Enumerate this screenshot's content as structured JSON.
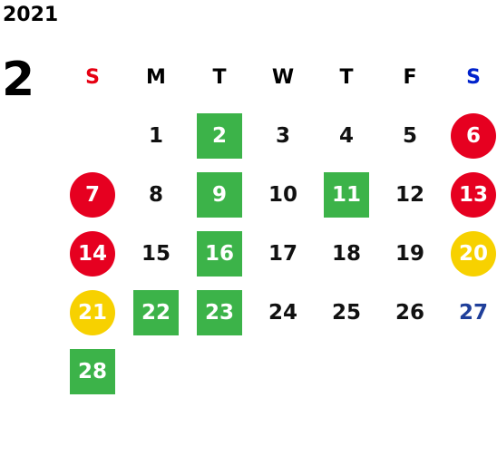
{
  "year": "2021",
  "month": "2",
  "colors": {
    "holiday_red": "#e60020",
    "event_green": "#3cb349",
    "event_yellow": "#f7d100",
    "sunday_header": "#e60012",
    "saturday_header": "#0022cc",
    "saturday_text": "#1f3f9a"
  },
  "weekdays": [
    "S",
    "M",
    "T",
    "W",
    "T",
    "F",
    "S"
  ],
  "weeks": [
    [
      {
        "label": "",
        "style": "none"
      },
      {
        "label": "1",
        "style": "plain"
      },
      {
        "label": "2",
        "style": "green"
      },
      {
        "label": "3",
        "style": "plain"
      },
      {
        "label": "4",
        "style": "plain"
      },
      {
        "label": "5",
        "style": "plain"
      },
      {
        "label": "6",
        "style": "red"
      }
    ],
    [
      {
        "label": "7",
        "style": "red"
      },
      {
        "label": "8",
        "style": "plain"
      },
      {
        "label": "9",
        "style": "green"
      },
      {
        "label": "10",
        "style": "plain"
      },
      {
        "label": "11",
        "style": "green"
      },
      {
        "label": "12",
        "style": "plain"
      },
      {
        "label": "13",
        "style": "red"
      }
    ],
    [
      {
        "label": "14",
        "style": "red"
      },
      {
        "label": "15",
        "style": "plain"
      },
      {
        "label": "16",
        "style": "green"
      },
      {
        "label": "17",
        "style": "plain"
      },
      {
        "label": "18",
        "style": "plain"
      },
      {
        "label": "19",
        "style": "plain"
      },
      {
        "label": "20",
        "style": "yellow"
      }
    ],
    [
      {
        "label": "21",
        "style": "yellow"
      },
      {
        "label": "22",
        "style": "green"
      },
      {
        "label": "23",
        "style": "green"
      },
      {
        "label": "24",
        "style": "plain"
      },
      {
        "label": "25",
        "style": "plain"
      },
      {
        "label": "26",
        "style": "plain"
      },
      {
        "label": "27",
        "style": "blue-text"
      }
    ],
    [
      {
        "label": "28",
        "style": "green"
      }
    ]
  ]
}
